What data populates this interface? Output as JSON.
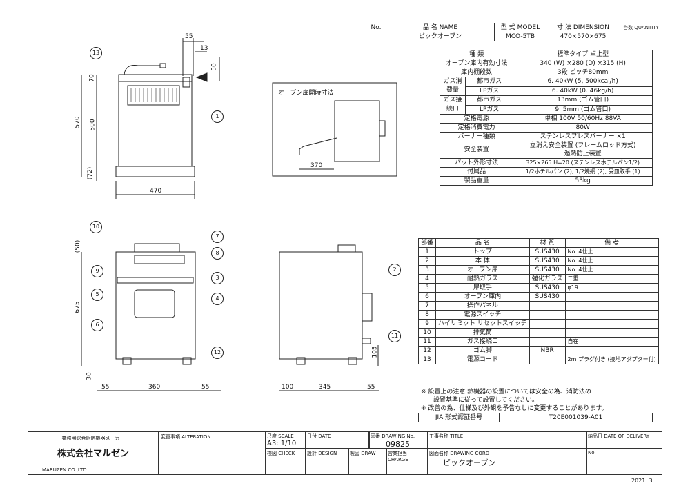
{
  "header": {
    "cols": [
      "No.",
      "品 名 NAME",
      "型 式 MODEL",
      "寸 法 DIMENSION",
      "台数 QUANTITY"
    ],
    "row": [
      "",
      "ピックオーブン",
      "MCO-5TB",
      "470×570×675",
      ""
    ]
  },
  "spec": {
    "rows": [
      {
        "label": "種 類",
        "value": "標準タイプ 卓上型"
      },
      {
        "label": "オーブン庫内有効寸法",
        "value": "340 (W) ×280 (D) ×315 (H)"
      },
      {
        "label": "庫内棚段数",
        "value": "3段 ピッチ80mm"
      }
    ],
    "gas_consumption_label": "ガス消費量",
    "gas_consumption": [
      {
        "type": "都市ガス",
        "value": "6. 40kW (5, 500kcal/h)"
      },
      {
        "type": "LPガス",
        "value": "6. 40kW (0. 46kg/h)"
      }
    ],
    "gas_connection_label": "ガス接続口",
    "gas_connection": [
      {
        "type": "都市ガス",
        "value": "13mm (ゴム管口)"
      },
      {
        "type": "LPガス",
        "value": "9. 5mm (ゴム管口)"
      }
    ],
    "rows2": [
      {
        "label": "定格電源",
        "value": "単相 100V 50/60Hz 88VA"
      },
      {
        "label": "定格消費電力",
        "value": "80W"
      },
      {
        "label": "バーナー種類",
        "value": "ステンレスプレスバーナー ×1"
      },
      {
        "label": "安全装置",
        "value": "立消え安全装置 (フレームロッド方式)",
        "value2": "過熱防止装置"
      },
      {
        "label": "パット外形寸法",
        "value": "325×265 H=20 (ステンレスホテルパン1/2)"
      },
      {
        "label": "付属品",
        "value": "1/2ホテルパン (2), 1/2焼網 (2), 受皿取手 (1)"
      },
      {
        "label": "製品重量",
        "value": "53kg"
      }
    ]
  },
  "parts": {
    "cols": [
      "部番",
      "品 名",
      "材 質",
      "備 考"
    ],
    "rows": [
      [
        "1",
        "トップ",
        "SUS430",
        "No. 4仕上"
      ],
      [
        "2",
        "本 体",
        "SUS430",
        "No. 4仕上"
      ],
      [
        "3",
        "オーブン扉",
        "SUS430",
        "No. 4仕上"
      ],
      [
        "4",
        "耐熱ガラス",
        "強化ガラス",
        "二重"
      ],
      [
        "5",
        "扉取手",
        "SUS430",
        "φ19"
      ],
      [
        "6",
        "オーブン庫内",
        "SUS430",
        ""
      ],
      [
        "7",
        "操作パネル",
        "",
        ""
      ],
      [
        "8",
        "電源スイッチ",
        "",
        ""
      ],
      [
        "9",
        "ハイリミット リセットスイッチ",
        "",
        ""
      ],
      [
        "10",
        "排気筒",
        "",
        ""
      ],
      [
        "11",
        "ガス接続口",
        "",
        "自在"
      ],
      [
        "12",
        "ゴム脚",
        "NBR",
        ""
      ],
      [
        "13",
        "電源コード",
        "",
        "2m プラグ付き (接地アダプター付)"
      ]
    ]
  },
  "notes": [
    "※ 設置上の注意 熱機器の設置については安全の為、消防法の",
    "設置基準に従って設置してください。",
    "※ 改善の為、仕様及び外観を予告なしに変更することがあります。"
  ],
  "jia": {
    "label": "JIA 形式認証番号",
    "value": "T20E001039-A01"
  },
  "drawing": {
    "door_label": "オーブン扉開時寸法",
    "dims": {
      "d55a": "55",
      "d13": "13",
      "d50a": "50",
      "d70": "70",
      "d570": "570",
      "d500": "500",
      "d72": "(72)",
      "d470": "470",
      "d370": "370",
      "d50b": "(50)",
      "d675": "675",
      "d30": "30",
      "d55b": "55",
      "d360": "360",
      "d55c": "55",
      "d100": "100",
      "d345": "345",
      "d55d": "55",
      "d105": "105"
    },
    "callouts": [
      "13",
      "1",
      "10",
      "7",
      "8",
      "9",
      "3",
      "5",
      "4",
      "6",
      "12",
      "2",
      "11"
    ]
  },
  "title_block": {
    "maker_line": "業務用総合厨房機器メーカー",
    "company": "株式会社マルゼン",
    "company_en": "MARUZEN CO.,LTD.",
    "alteration": "変更事項 ALTERATION",
    "scale_label": "尺度 SCALE",
    "scale": "A3: 1/10",
    "date_label": "日付 DATE",
    "check": "検図 CHECK",
    "design": "設計 DESIGN",
    "draw": "製図 DRAW",
    "drawing_no_label": "図番 DRAWING No.",
    "drawing_no": "09825",
    "charge": "営業担当 CHARGE",
    "title_label": "工事名称 TITLE",
    "cord_label": "図面名称 DRAWING CORD",
    "cord": "ピックオーブン",
    "delivery": "納品日 DATE OF DELIVERY",
    "no": "No.",
    "year": "2021. 3"
  }
}
